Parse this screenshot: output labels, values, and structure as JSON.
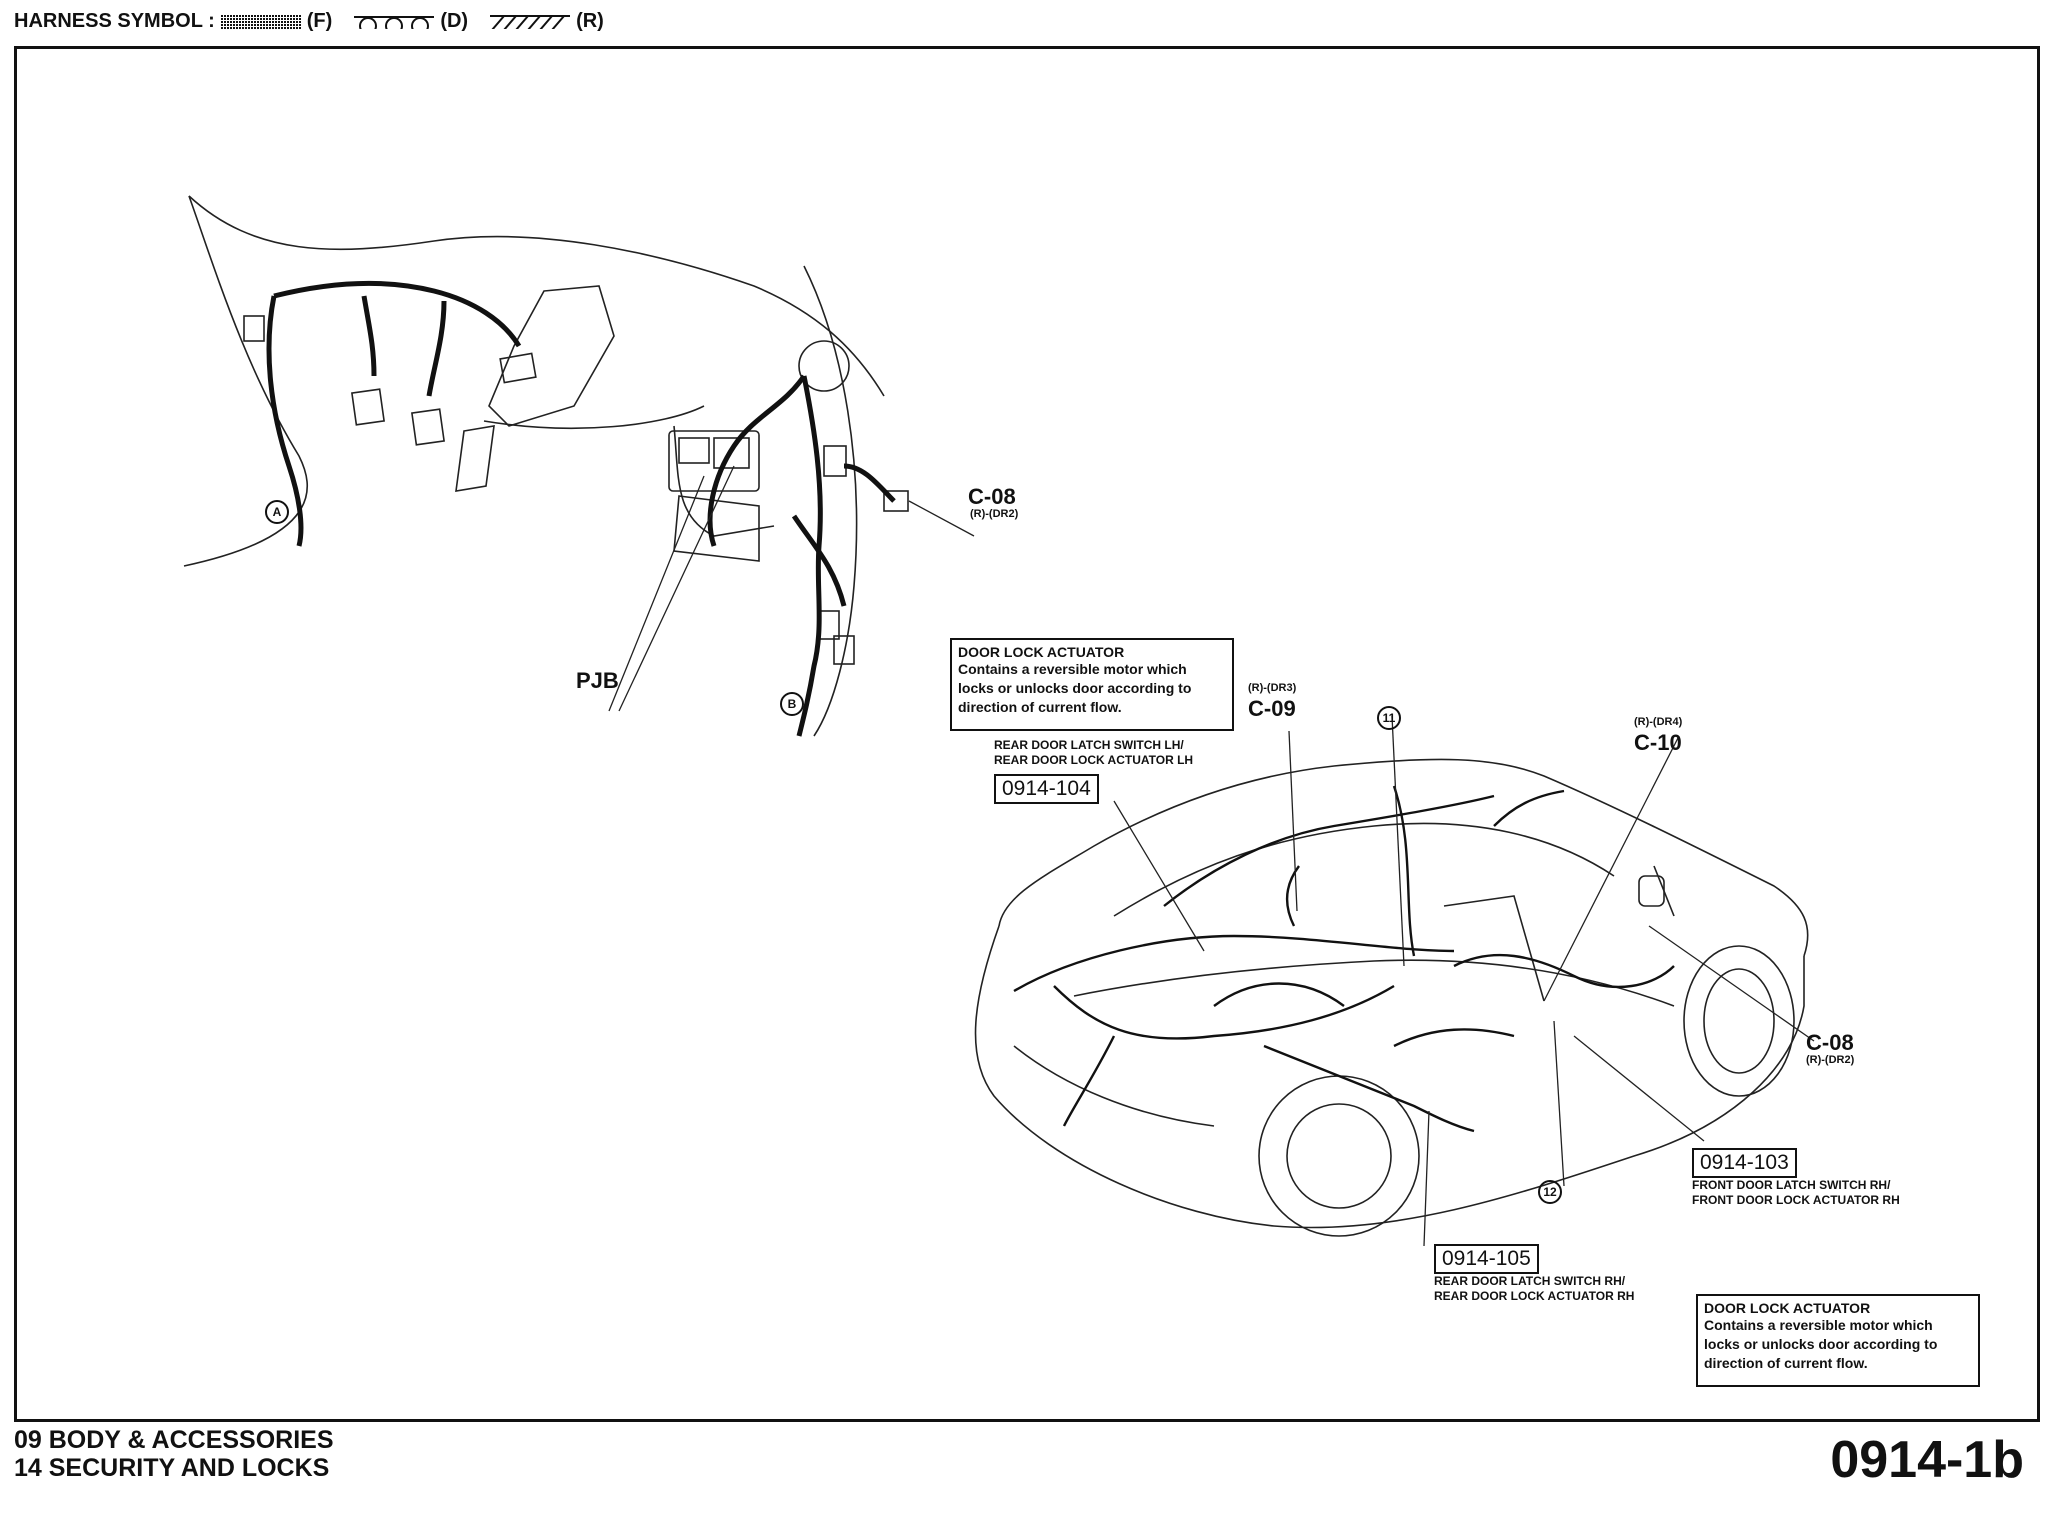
{
  "header": {
    "prefix": "HARNESS SYMBOL :",
    "sym_f": "(F)",
    "sym_d": "(D)",
    "sym_r": "(R)"
  },
  "labels": {
    "c08_top": "C-08",
    "c08_top_sub": "(R)-(DR2)",
    "pjb": "PJB",
    "marker_a": "A",
    "marker_b": "B",
    "c09": "C-09",
    "c09_sub": "(R)-(DR3)",
    "c10": "C-10",
    "c10_sub": "(R)-(DR4)",
    "c08_right": "C-08",
    "c08_right_sub": "(R)-(DR2)",
    "marker_11": "11",
    "marker_12": "12"
  },
  "refs": {
    "r104": "0914-104",
    "r104_desc1": "REAR DOOR LATCH SWITCH LH/",
    "r104_desc2": "REAR DOOR LOCK ACTUATOR LH",
    "r103": "0914-103",
    "r103_desc1": "FRONT DOOR LATCH SWITCH RH/",
    "r103_desc2": "FRONT DOOR LOCK ACTUATOR RH",
    "r105": "0914-105",
    "r105_desc1": "REAR DOOR LATCH SWITCH RH/",
    "r105_desc2": "REAR DOOR LOCK ACTUATOR RH"
  },
  "boxes": {
    "box1_title": "DOOR LOCK ACTUATOR",
    "box1_l1": "Contains a reversible motor which",
    "box1_l2": "locks or unlocks door according to",
    "box1_l3": "direction of current flow.",
    "box2_title": "DOOR LOCK ACTUATOR",
    "box2_l1": "Contains a reversible motor which",
    "box2_l2": "locks or unlocks door according to",
    "box2_l3": "direction of current flow."
  },
  "footer": {
    "line1": "09  BODY & ACCESSORIES",
    "line2": "14  SECURITY AND LOCKS",
    "page": "0914-1b"
  }
}
